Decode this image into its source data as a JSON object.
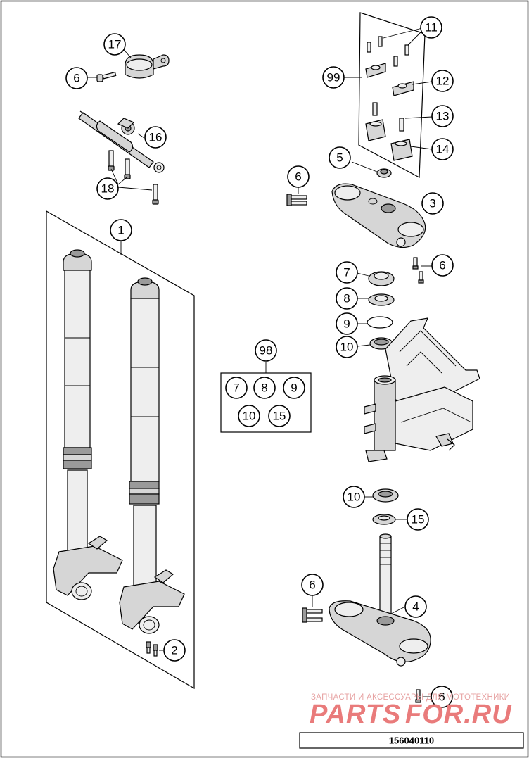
{
  "callouts": {
    "c17": "17",
    "c6a": "6",
    "c16": "16",
    "c18": "18",
    "c1": "1",
    "c2": "2",
    "c11": "11",
    "c99": "99",
    "c12": "12",
    "c13": "13",
    "c14": "14",
    "c5": "5",
    "c6b": "6",
    "c3": "3",
    "c6c": "6",
    "c7": "7",
    "c8": "8",
    "c9": "9",
    "c10a": "10",
    "c98": "98",
    "k7": "7",
    "k8": "8",
    "k9": "9",
    "k10": "10",
    "k15": "15",
    "c10b": "10",
    "c15": "15",
    "c6d": "6",
    "c4": "4",
    "c6e": "6"
  },
  "watermark": {
    "tagline": "ЗАПЧАСТИ И АКСЕССУАРЫ ДЛЯ МОТОТЕХНИКИ",
    "logo_left": "PARTS",
    "logo_right": "FOR.RU",
    "logo_color": "#e97b7b"
  },
  "diagram_code": "156040110"
}
